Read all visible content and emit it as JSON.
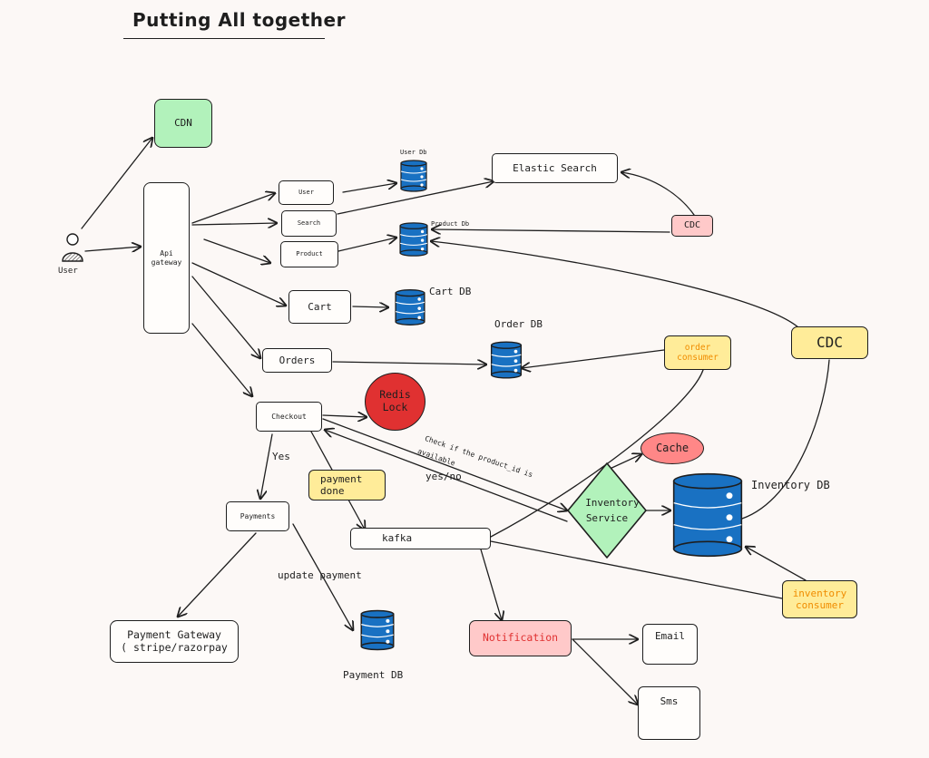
{
  "title": "Putting All together",
  "colors": {
    "ink": "#1e1e1e",
    "cdn_fill": "#b2f2bb",
    "inventory_fill": "#b2f2bb",
    "cdc_pink_fill": "#ffc9c9",
    "cdc_yellow_fill": "#ffec99",
    "redis_fill": "#e03131",
    "cache_fill": "#ff8787",
    "notification_fill": "#ffc9c9",
    "notification_text": "#e03131",
    "consumer_text": "#f08c00",
    "db_fill": "#1971c2",
    "background": "#fcf8f6"
  },
  "actors": {
    "user": "User"
  },
  "nodes": {
    "cdn": "CDN",
    "api_gateway": "Api gateway",
    "user_service": "User",
    "search_service": "Search",
    "product_service": "Product",
    "cart_service": "Cart",
    "orders_service": "Orders",
    "checkout_service": "Checkout",
    "payments_service": "Payments",
    "payment_gateway_line1": "Payment Gateway",
    "payment_gateway_line2": "( stripe/razorpay",
    "elastic_search": "Elastic Search",
    "cdc_top": "CDC",
    "cdc_right": "CDC",
    "redis_lock_line1": "Redis",
    "redis_lock_line2": "Lock",
    "cache": "Cache",
    "inventory_service_line1": "Inventory",
    "inventory_service_line2": "Service",
    "kafka": "kafka",
    "notification": "Notification",
    "email": "Email",
    "sms": "Sms",
    "order_consumer_line1": "order",
    "order_consumer_line2": "consumer",
    "inventory_consumer_line1": "inventory",
    "inventory_consumer_line2": "consumer",
    "payment_done_line1": "payment",
    "payment_done_line2": "done"
  },
  "databases": {
    "user_db": "User Db",
    "product_db": "Product Db",
    "cart_db": "Cart DB",
    "order_db": "Order DB",
    "inventory_db": "Inventory DB",
    "payment_db": "Payment DB"
  },
  "edge_labels": {
    "yes": "Yes",
    "update_payment": "update payment",
    "check_line1": "Check if the product_id is",
    "check_line2": "available",
    "yes_no": "yes/no"
  }
}
